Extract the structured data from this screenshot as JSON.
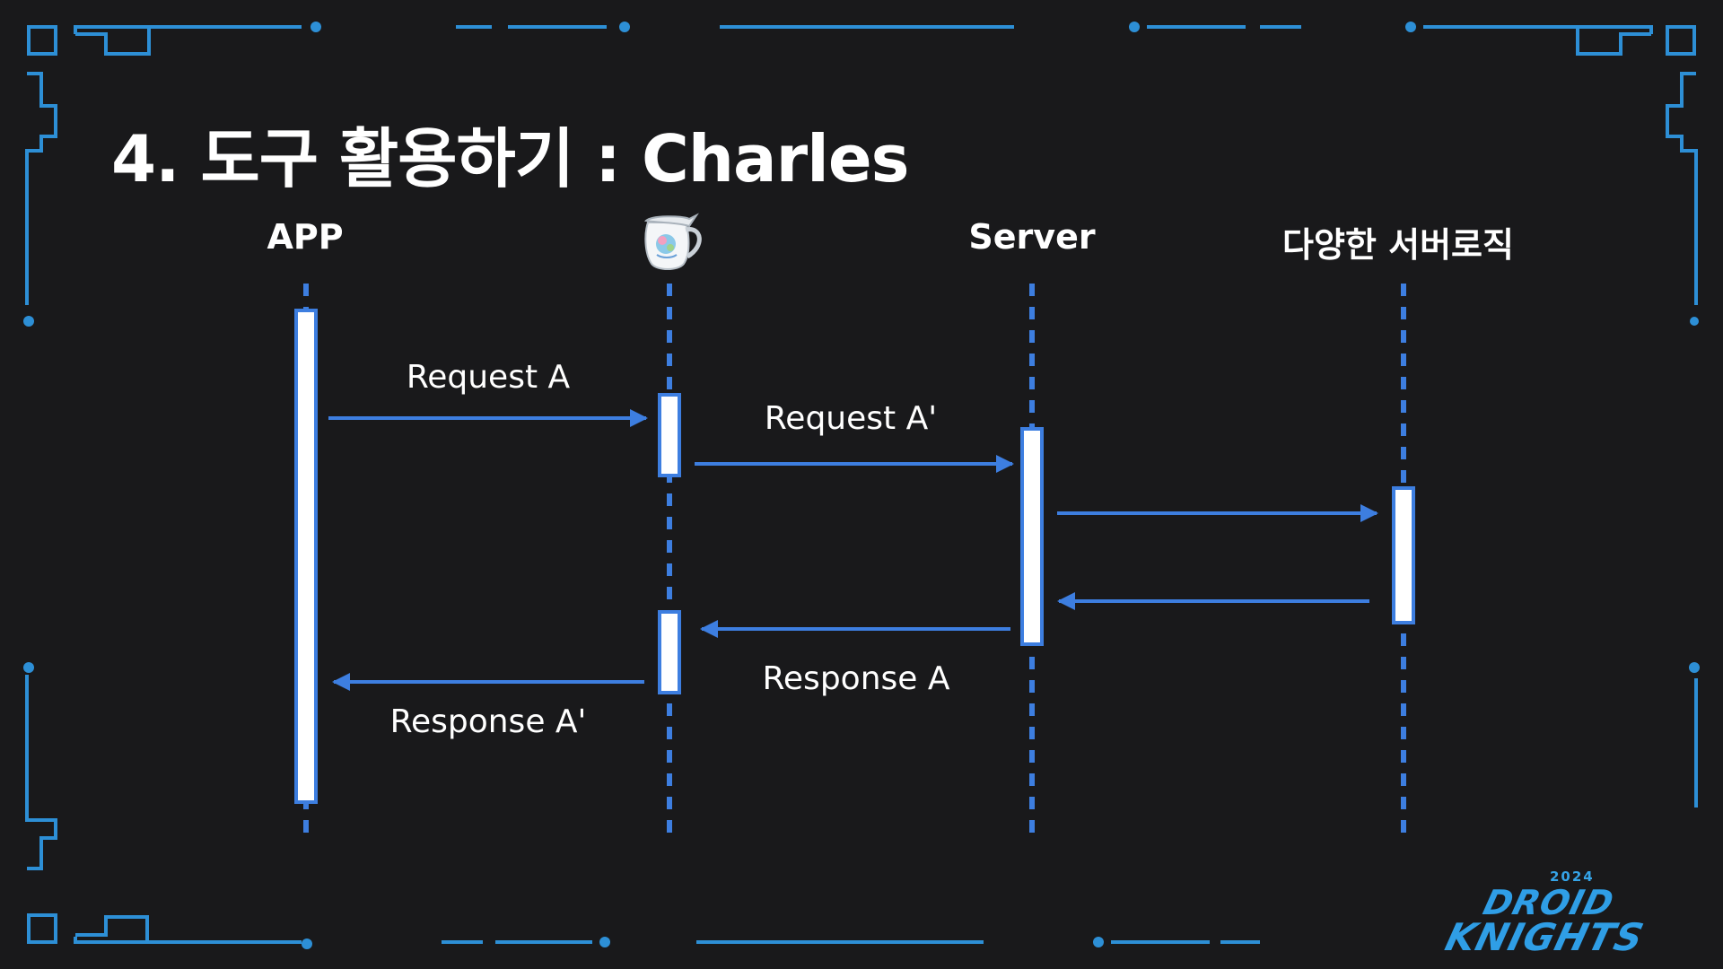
{
  "slide": {
    "title": "4. 도구 활용하기 : Charles"
  },
  "lanes": [
    {
      "id": "app",
      "label": "APP"
    },
    {
      "id": "charles",
      "label": "",
      "icon": "charles-jug-icon"
    },
    {
      "id": "server",
      "label": "Server"
    },
    {
      "id": "logic",
      "label": "다양한 서버로직"
    }
  ],
  "messages": [
    {
      "from": "app",
      "to": "charles",
      "label": "Request A"
    },
    {
      "from": "charles",
      "to": "server",
      "label": "Request A'"
    },
    {
      "from": "server",
      "to": "logic",
      "label": ""
    },
    {
      "from": "logic",
      "to": "server",
      "label": ""
    },
    {
      "from": "server",
      "to": "charles",
      "label": "Response A"
    },
    {
      "from": "charles",
      "to": "app",
      "label": "Response A'"
    }
  ],
  "logo": {
    "year": "2024",
    "line1": "DROID",
    "line2": "KNIGHTS"
  },
  "colors": {
    "background": "#19191b",
    "accent": "#3d7ee0",
    "frame": "#2d8fd6",
    "text": "#ffffff"
  }
}
